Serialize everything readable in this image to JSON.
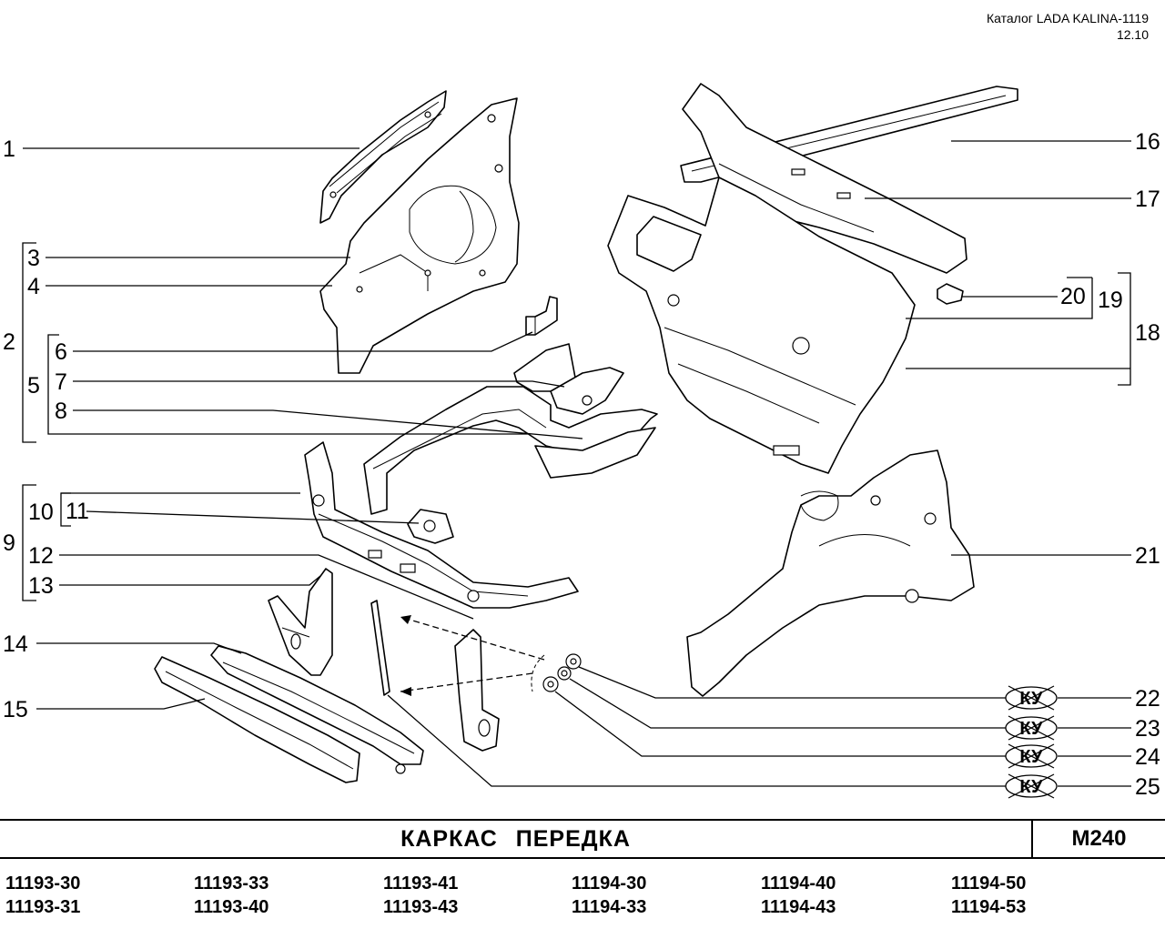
{
  "header": {
    "catalog": "Каталог LADA KALINA-1119",
    "date": "12.10"
  },
  "title": "КАРКАС   ПЕРЕДКА",
  "sheet_code": "М240",
  "callouts": {
    "n1": "1",
    "n2": "2",
    "n3": "3",
    "n4": "4",
    "n5": "5",
    "n6": "6",
    "n7": "7",
    "n8": "8",
    "n9": "9",
    "n10": "10",
    "n11": "11",
    "n12": "12",
    "n13": "13",
    "n14": "14",
    "n15": "15",
    "n16": "16",
    "n17": "17",
    "n18": "18",
    "n19": "19",
    "n20": "20",
    "n21": "21",
    "n22": "22",
    "n23": "23",
    "n24": "24",
    "n25": "25"
  },
  "ku_label": "КУ",
  "models": [
    [
      "11193-30",
      "11193-31"
    ],
    [
      "11193-33",
      "11193-40"
    ],
    [
      "11193-41",
      "11193-43"
    ],
    [
      "11194-30",
      "11194-33"
    ],
    [
      "11194-40",
      "11194-43"
    ],
    [
      "11194-50",
      "11194-53"
    ]
  ]
}
